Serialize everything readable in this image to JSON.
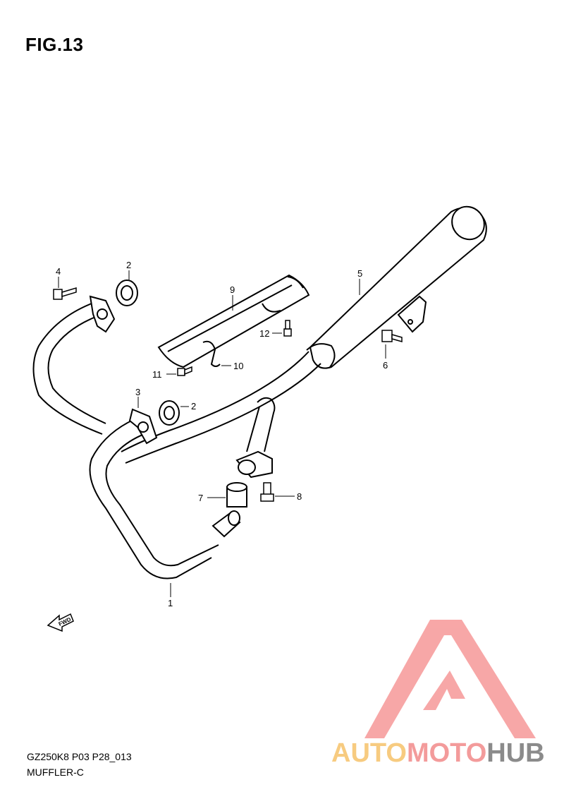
{
  "figure": {
    "title": "FIG.13",
    "model_code": "GZ250K8 P03 P28_013",
    "section_name": "MUFFLER-C",
    "fwd_label": "FWD"
  },
  "callouts": [
    {
      "id": "1",
      "label": "1"
    },
    {
      "id": "2a",
      "label": "2"
    },
    {
      "id": "2b",
      "label": "2"
    },
    {
      "id": "3",
      "label": "3"
    },
    {
      "id": "4",
      "label": "4"
    },
    {
      "id": "5",
      "label": "5"
    },
    {
      "id": "6",
      "label": "6"
    },
    {
      "id": "7",
      "label": "7"
    },
    {
      "id": "8",
      "label": "8"
    },
    {
      "id": "9",
      "label": "9"
    },
    {
      "id": "10",
      "label": "10"
    },
    {
      "id": "11",
      "label": "11"
    },
    {
      "id": "12",
      "label": "12"
    }
  ],
  "watermark": {
    "part1": "AUTO",
    "part2": "MOTO",
    "part3": "HUB",
    "color_orange": "#f6c36a",
    "color_red": "#f28a8a",
    "color_grey": "#777777"
  }
}
